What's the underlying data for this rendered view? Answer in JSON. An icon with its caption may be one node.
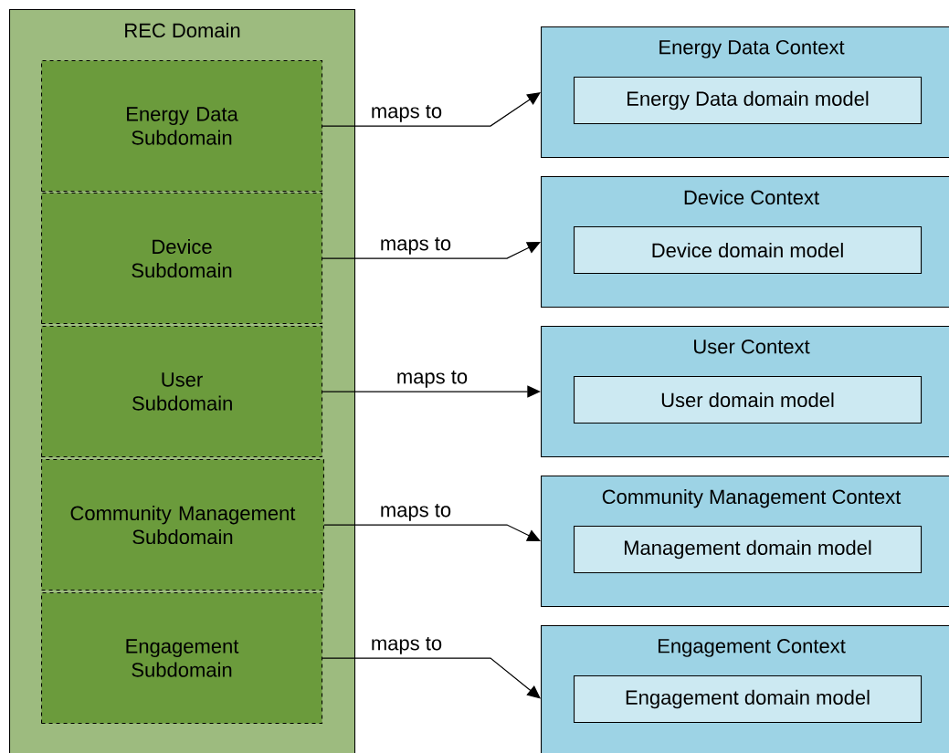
{
  "diagram": {
    "nodes": [
      {
        "text": [
          "REC Domain"
        ]
      },
      {
        "text": [
          "Energy Data Subdomain"
        ],
        "in": 0
      },
      {
        "text": [
          "Device Subdomain"
        ],
        "in": 0
      },
      {
        "text": [
          "User Subdomain"
        ],
        "in": 0
      },
      {
        "text": [
          "Community Management Subdomain"
        ],
        "in": 0
      },
      {
        "text": [
          "Engagement Subdomain"
        ],
        "in": 0
      },
      {
        "text": [
          "Energy Data Context"
        ]
      },
      {
        "text": [
          "Energy Data domain model"
        ],
        "in": 6
      },
      {
        "text": [
          "Device Context"
        ]
      },
      {
        "text": [
          "Device domain model"
        ],
        "in": 8
      },
      {
        "text": [
          "User Context"
        ]
      },
      {
        "text": [
          "User domain model"
        ],
        "in": 10
      },
      {
        "text": [
          "Community Management Context"
        ]
      },
      {
        "text": [
          "Management domain model"
        ],
        "in": 12
      },
      {
        "text": [
          "Engagement Context"
        ]
      },
      {
        "text": [
          "Engagement domain model"
        ],
        "in": 14
      }
    ],
    "edges": [
      {
        "from": 1,
        "to": 6,
        "arrow": "to",
        "label": "maps to"
      },
      {
        "from": 2,
        "to": 8,
        "arrow": "to",
        "label": "maps to"
      },
      {
        "from": 3,
        "to": 10,
        "arrow": "to",
        "label": "maps to"
      },
      {
        "from": 4,
        "to": 12,
        "arrow": "to",
        "label": "maps to"
      },
      {
        "from": 5,
        "to": 14,
        "arrow": "to",
        "label": "maps to"
      }
    ]
  }
}
